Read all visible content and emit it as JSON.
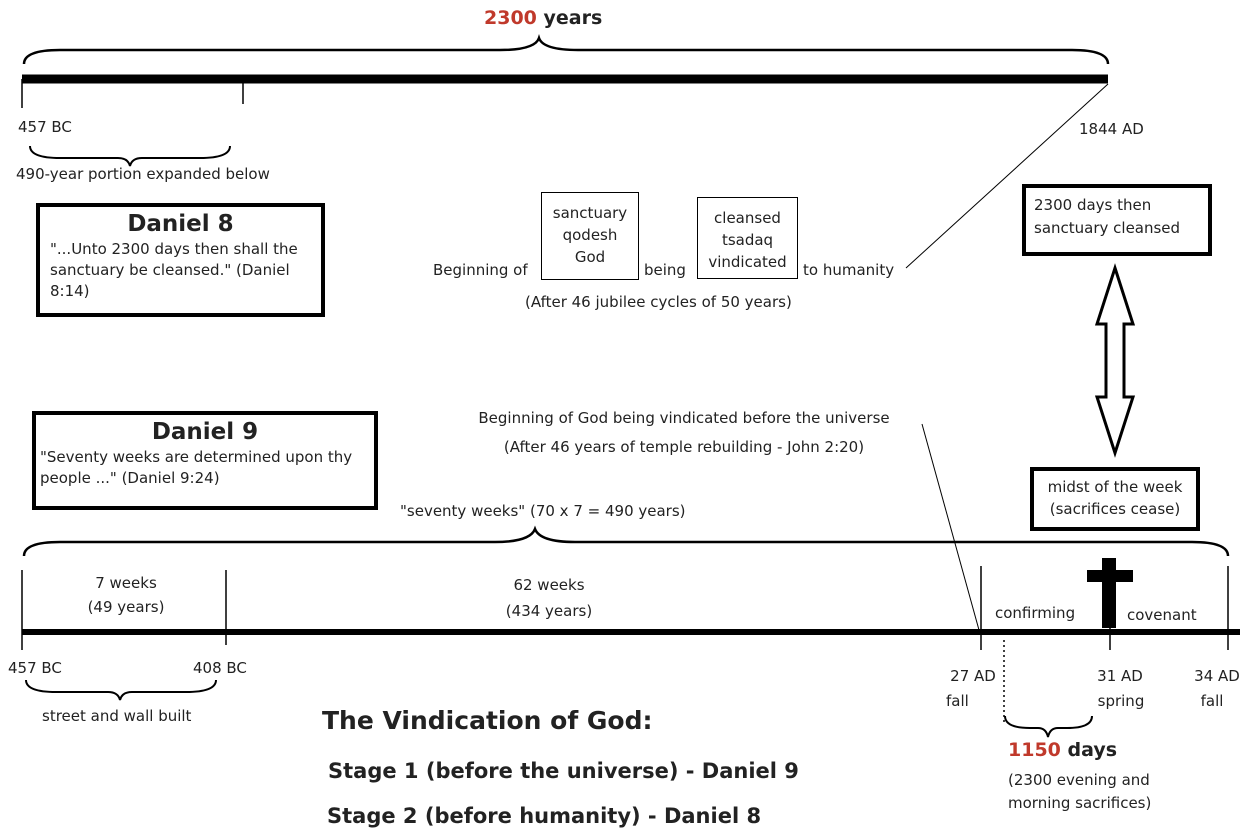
{
  "top": {
    "span_value": "2300",
    "span_unit": " years",
    "start_label": "457 BC",
    "end_label": "1844 AD",
    "portion_label": "490-year portion  expanded below"
  },
  "daniel8": {
    "heading": "Daniel 8",
    "quote": "\"...Unto 2300 days then shall the sanctuary be cleansed.\" (Daniel 8:14)"
  },
  "middle": {
    "beginning_of": "Beginning of",
    "box1": [
      "sanctuary",
      "qodesh",
      "God"
    ],
    "being": "being",
    "box2": [
      "cleansed",
      "tsadaq",
      "vindicated"
    ],
    "to_humanity": "to humanity",
    "jubilee_note": "(After 46 jubilee cycles of 50 years)"
  },
  "right": {
    "sanctuary_box": "2300 days then sanctuary cleansed",
    "midst_box": "midst of the week (sacrifices cease)"
  },
  "daniel9": {
    "heading": "Daniel 9",
    "quote": "\"Seventy weeks are determined upon thy people ...\" (Daniel 9:24)"
  },
  "universe_note": {
    "line1": "Beginning of God being vindicated before the universe",
    "line2": "(After 46 years of temple rebuilding - John 2:20)"
  },
  "bottom": {
    "span_label": "\"seventy weeks\" (70 x 7 = 490 years)",
    "seg1_weeks": "7 weeks",
    "seg1_years": "(49 years)",
    "seg2_weeks": "62 weeks",
    "seg2_years": "(434 years)",
    "confirming": "confirming",
    "covenant": "covenant",
    "marks": {
      "bc457": "457 BC",
      "bc408": "408 BC",
      "ad27": "27 AD",
      "ad27_season": "fall",
      "ad31": "31 AD",
      "ad31_season": "spring",
      "ad34": "34 AD",
      "ad34_season": "fall"
    },
    "street_label": "street and wall built",
    "days_value": "1150",
    "days_unit": " days",
    "days_note_1": "(2300 evening and",
    "days_note_2": "morning sacrifices)"
  },
  "vindication": {
    "title": "The Vindication of God:",
    "stage1": "Stage 1 (before the universe) - Daniel 9",
    "stage2": "Stage 2 (before humanity) - Daniel 8"
  },
  "colors": {
    "accent": "#c0392b",
    "line": "#000000",
    "text": "#222222"
  }
}
